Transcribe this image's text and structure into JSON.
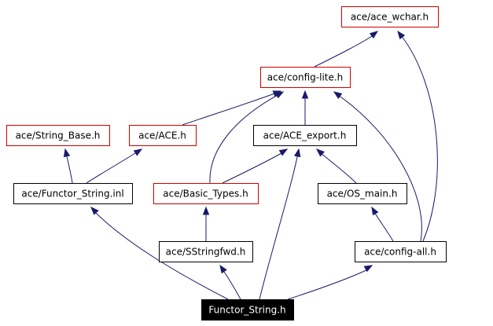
{
  "nodes": {
    "ace_wchar": {
      "label": "ace/ace_wchar.h",
      "style": "red"
    },
    "config_lite": {
      "label": "ace/config-lite.h",
      "style": "red"
    },
    "string_base": {
      "label": "ace/String_Base.h",
      "style": "red"
    },
    "ace_h": {
      "label": "ace/ACE.h",
      "style": "red"
    },
    "ace_export": {
      "label": "ace/ACE_export.h",
      "style": "plain"
    },
    "functor_string_inl": {
      "label": "ace/Functor_String.inl",
      "style": "plain"
    },
    "basic_types": {
      "label": "ace/Basic_Types.h",
      "style": "red"
    },
    "os_main": {
      "label": "ace/OS_main.h",
      "style": "plain"
    },
    "sstringfwd": {
      "label": "ace/SStringfwd.h",
      "style": "plain"
    },
    "config_all": {
      "label": "ace/config-all.h",
      "style": "plain"
    },
    "functor_string": {
      "label": "Functor_String.h",
      "style": "focus"
    }
  },
  "edges": [
    {
      "from": "functor_string",
      "to": "functor_string_inl"
    },
    {
      "from": "functor_string",
      "to": "sstringfwd"
    },
    {
      "from": "functor_string",
      "to": "ace_export"
    },
    {
      "from": "functor_string",
      "to": "config_all"
    },
    {
      "from": "functor_string_inl",
      "to": "string_base"
    },
    {
      "from": "functor_string_inl",
      "to": "ace_h"
    },
    {
      "from": "ace_h",
      "to": "config_lite"
    },
    {
      "from": "basic_types",
      "to": "config_lite"
    },
    {
      "from": "basic_types",
      "to": "ace_export"
    },
    {
      "from": "ace_export",
      "to": "config_lite"
    },
    {
      "from": "sstringfwd",
      "to": "basic_types"
    },
    {
      "from": "os_main",
      "to": "ace_export"
    },
    {
      "from": "config_all",
      "to": "os_main"
    },
    {
      "from": "config_all",
      "to": "config_lite"
    },
    {
      "from": "config_all",
      "to": "ace_wchar"
    },
    {
      "from": "config_lite",
      "to": "ace_wchar"
    }
  ]
}
